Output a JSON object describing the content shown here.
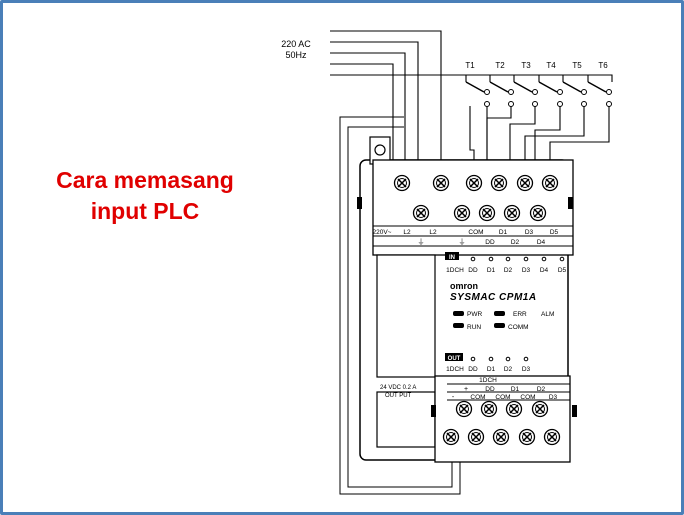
{
  "slide": {
    "caption_line1": "Cara memasang",
    "caption_line2": "input PLC",
    "caption_color": "#e00000",
    "frame_color": "#4a7fb8"
  },
  "supply": {
    "voltage": "220 AC",
    "frequency": "50Hz"
  },
  "switches": [
    "T1",
    "T2",
    "T3",
    "T4",
    "T5",
    "T6"
  ],
  "plc": {
    "brand": "omron",
    "model": "SYSMAC CPM1A",
    "power_terminals": [
      "220V~",
      "L2",
      "L2"
    ],
    "ground_symbol": "⏚",
    "input_top_labels": [
      "COM",
      "D1",
      "D3",
      "D5"
    ],
    "input_bottom_labels": [
      "DD",
      "D2",
      "D4"
    ],
    "in_label": "IN",
    "in_channel": "1DCH",
    "in_leds": [
      "DD",
      "D1",
      "D2",
      "D3",
      "D4",
      "D5"
    ],
    "status_leds": [
      "PWR",
      "ERR",
      "ALM",
      "RUN",
      "COMM"
    ],
    "out_label": "OUT",
    "out_channel": "1DCH",
    "out_leds": [
      "DD",
      "D1",
      "D2",
      "D3"
    ],
    "supply_out_line1": "24 VDC 0.2 A",
    "supply_out_line2": "OUT PUT",
    "out_channel_row": "1DCH",
    "output_top_labels": [
      "+",
      "DD",
      "D1",
      "D2"
    ],
    "output_bottom_labels": [
      "-",
      "COM",
      "COM",
      "COM",
      "D3"
    ]
  }
}
